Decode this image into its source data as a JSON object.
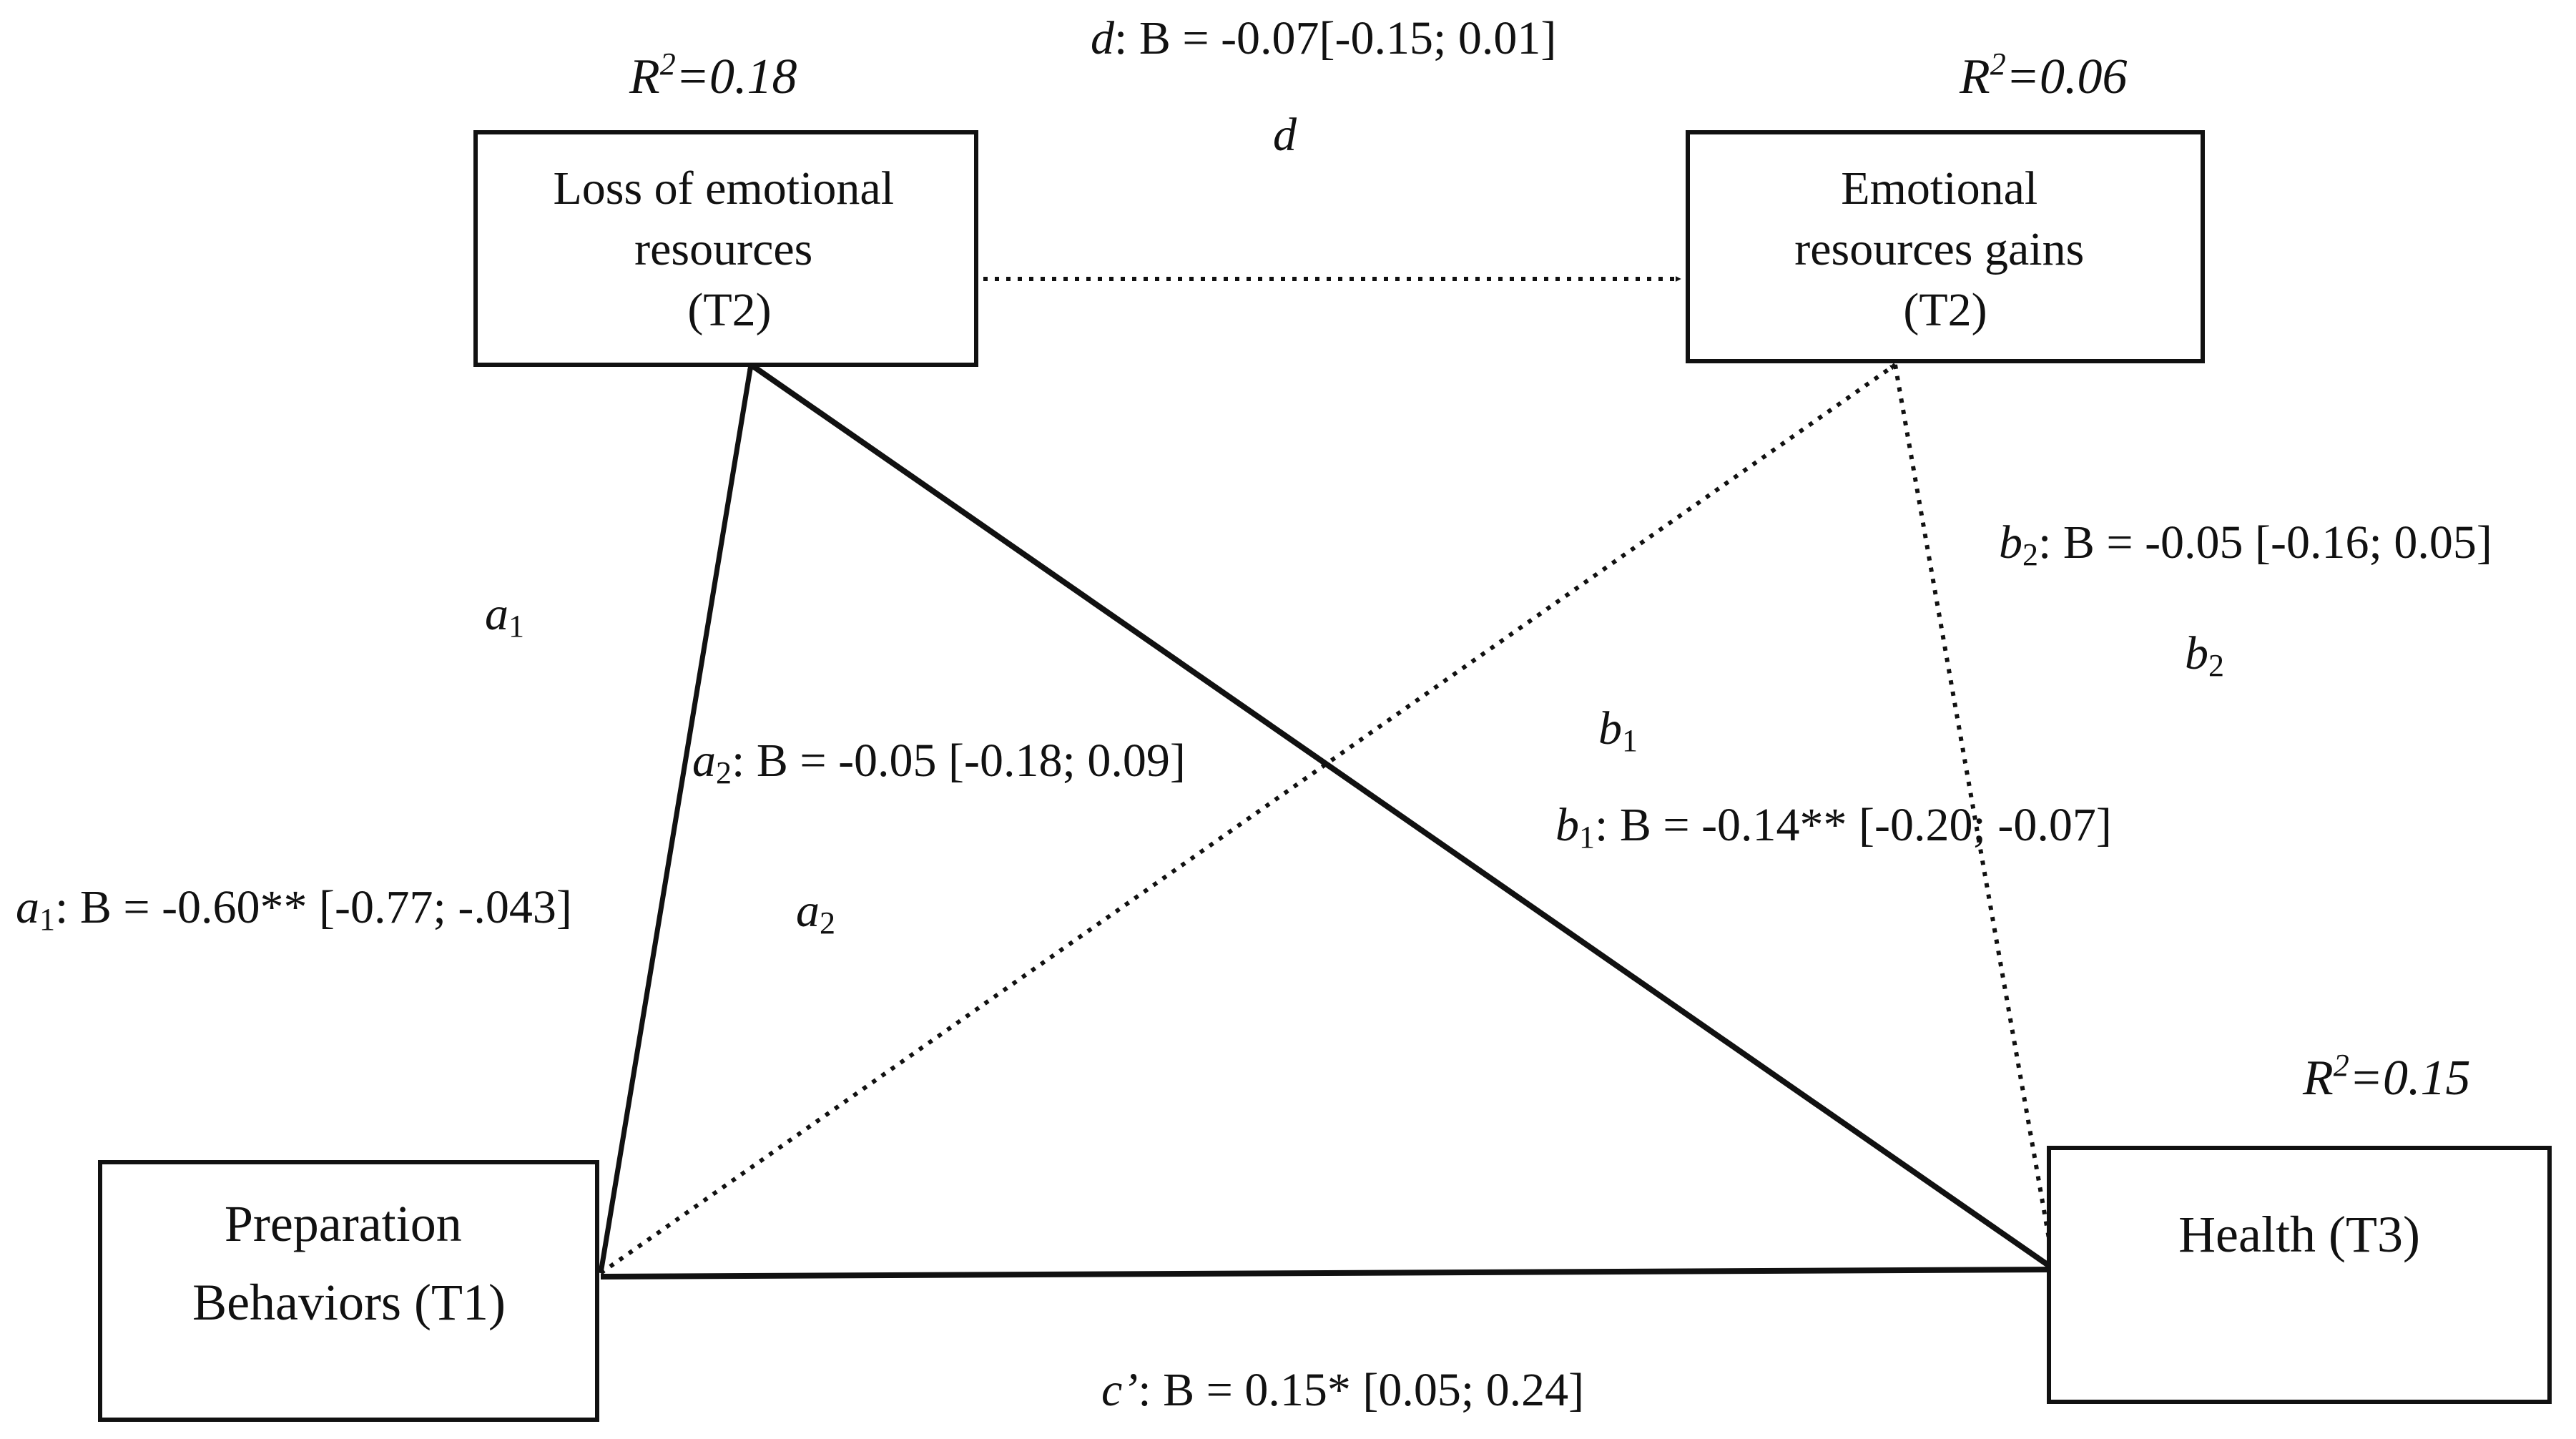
{
  "nodes": {
    "loss": {
      "lines": [
        "Loss of emotional",
        "resources",
        "(T2)"
      ],
      "r2_label": "R",
      "r2_sup": "2",
      "r2_value": "=0.18"
    },
    "gains": {
      "lines": [
        "Emotional",
        "resources gains",
        "(T2)"
      ],
      "r2_label": "R",
      "r2_sup": "2",
      "r2_value": "=0.06"
    },
    "prep": {
      "lines": [
        "Preparation",
        "Behaviors (T1)"
      ]
    },
    "health": {
      "lines": [
        "Health (T3)"
      ],
      "r2_label": "R",
      "r2_sup": "2",
      "r2_value": "=0.15"
    }
  },
  "paths": {
    "d": {
      "letter": "d",
      "sub": "",
      "stat": ": B = -0.07[-0.15; 0.01]",
      "marker": "d",
      "marker_sub": "",
      "style": "dotted"
    },
    "a1": {
      "letter": "a",
      "sub": "1",
      "stat": ": B = -0.60** [-0.77; -.043]",
      "marker": "a",
      "marker_sub": "1",
      "style": "solid"
    },
    "a2": {
      "letter": "a",
      "sub": "2",
      "stat": ": B = -0.05 [-0.18; 0.09]",
      "marker": "a",
      "marker_sub": "2",
      "style": "dotted"
    },
    "b1": {
      "letter": "b",
      "sub": "1",
      "stat": ": B = -0.14** [-0.20; -0.07]",
      "marker": "b",
      "marker_sub": "1",
      "style": "solid"
    },
    "b2": {
      "letter": "b",
      "sub": "2",
      "stat": ": B = -0.05 [-0.16; 0.05]",
      "marker": "b",
      "marker_sub": "2",
      "style": "dotted"
    },
    "c": {
      "letter": "c’",
      "sub": "",
      "stat": ": B = 0.15* [0.05; 0.24]",
      "style": "solid"
    }
  }
}
